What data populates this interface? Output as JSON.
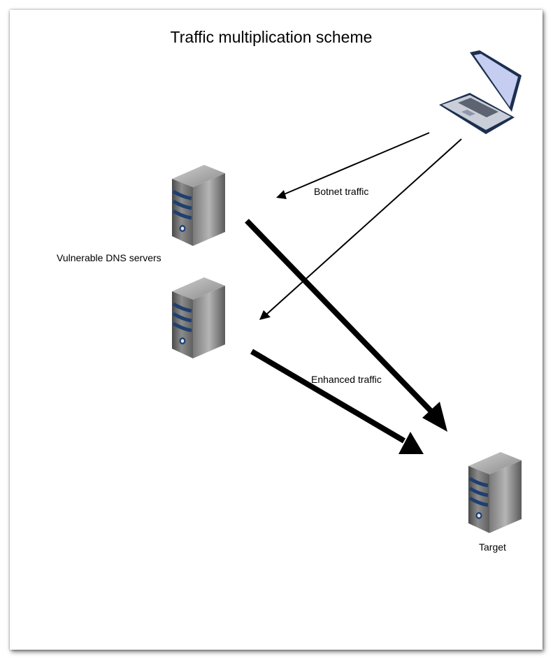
{
  "diagram": {
    "title": "Traffic multiplication scheme",
    "labels": {
      "dns_servers": "Vulnerable DNS servers",
      "botnet_traffic": "Botnet traffic",
      "enhanced_traffic": "Enhanced traffic",
      "target": "Target"
    },
    "nodes": [
      {
        "id": "attacker",
        "kind": "laptop-icon"
      },
      {
        "id": "dns-1",
        "kind": "server-icon",
        "group": "Vulnerable DNS servers"
      },
      {
        "id": "dns-2",
        "kind": "server-icon",
        "group": "Vulnerable DNS servers"
      },
      {
        "id": "target",
        "kind": "server-icon",
        "label": "Target"
      }
    ],
    "edges": [
      {
        "from": "attacker",
        "to": "dns-1",
        "label": "Botnet traffic",
        "weight": "thin"
      },
      {
        "from": "attacker",
        "to": "dns-2",
        "label": "Botnet traffic",
        "weight": "thin"
      },
      {
        "from": "dns-1",
        "to": "target",
        "label": "Enhanced traffic",
        "weight": "thick"
      },
      {
        "from": "dns-2",
        "to": "target",
        "label": "Enhanced traffic",
        "weight": "thick"
      }
    ],
    "colors": {
      "server_body": "#6a6a6a",
      "server_stripe": "#1f3f70",
      "laptop_screen": "#c5cdf0",
      "laptop_frame": "#1c2f4f",
      "arrow": "#000000"
    }
  }
}
